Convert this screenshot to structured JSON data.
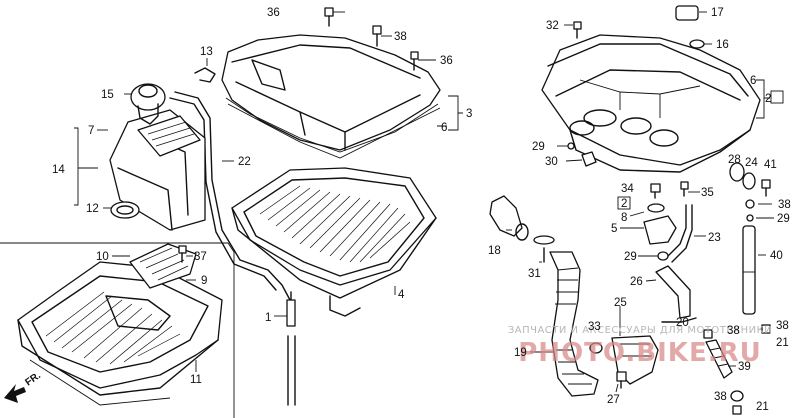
{
  "diagram": {
    "callouts": {
      "c1": "1",
      "c2": "2",
      "c3": "3",
      "c4": "4",
      "c5": "5",
      "c6": "6",
      "c7": "7",
      "c8": "8",
      "c9": "9",
      "c10": "10",
      "c11": "11",
      "c12": "12",
      "c13": "13",
      "c14": "14",
      "c15": "15",
      "c16": "16",
      "c17": "17",
      "c18": "18",
      "c19": "19",
      "c20": "20",
      "c21": "21",
      "c22": "22",
      "c23": "23",
      "c24": "24",
      "c25": "25",
      "c26": "26",
      "c27": "27",
      "c28": "28",
      "c29": "29",
      "c30": "30",
      "c31": "31",
      "c32": "32",
      "c33": "33",
      "c34": "34",
      "c35": "35",
      "c36": "36",
      "c37": "37",
      "c38": "38",
      "c39": "39",
      "c40": "40",
      "c41": "41"
    },
    "direction_label": "FR.",
    "watermark": {
      "site": "ЗАПЧАСТИ И АКСЕССУАРЫ ДЛЯ МОТОТЕХНИКИ",
      "domain": "PHOTO.BIKE.RU",
      "color": "#d98888"
    }
  }
}
